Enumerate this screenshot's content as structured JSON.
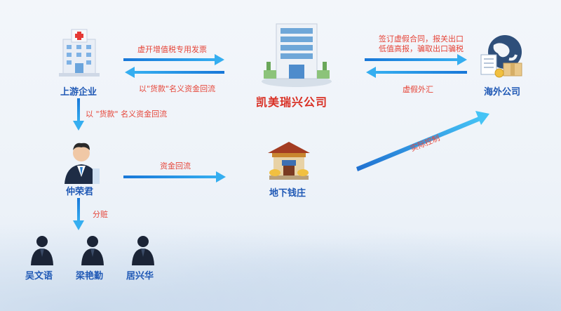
{
  "nodes": {
    "upstream": "上游企业",
    "kaimei": "凯美瑞兴公司",
    "overseas": "海外公司",
    "zhong": "仲荣君",
    "underground_bank": "地下钱庄",
    "wu": "吴文语",
    "liang": "梁艳勤",
    "ju": "居兴华"
  },
  "flows": {
    "invoice": "虚开增值税专用发票",
    "goods_return": "以\"货款\"名义资金回流",
    "contract_line1": "签订虚假合同，报关出口",
    "contract_line2": "低值高报，骗取出口骗税",
    "fake_fx": "虚假外汇",
    "upstream_to_zhong": "以 \"货款\" 名义资金回流",
    "fund_return": "资金回流",
    "control": "实际控制",
    "split": "分赃"
  },
  "colors": {
    "node_blue": "#1f58b5",
    "company_red": "#d93025",
    "flow_red": "#e6463a",
    "arrow_blue": "#2a8be0"
  }
}
